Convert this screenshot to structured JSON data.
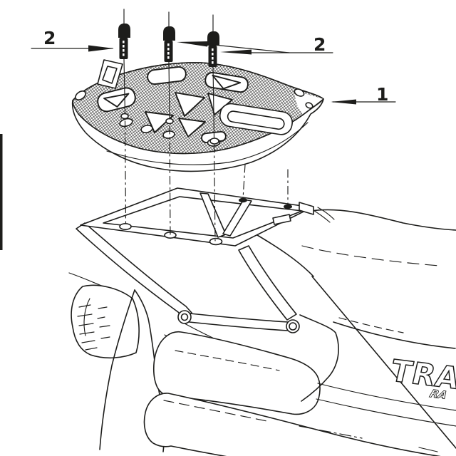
{
  "figure": {
    "kind": "exploded-assembly-drawing",
    "background_color": "#ffffff",
    "ink_color": "#1d1d1b",
    "callouts": [
      {
        "id": "callout-2-left",
        "label": "2"
      },
      {
        "id": "callout-2-right",
        "label": "2"
      },
      {
        "id": "callout-1",
        "label": "1"
      }
    ],
    "bike_markings": {
      "model_text": "TRA",
      "model_subtext": "RA"
    }
  }
}
